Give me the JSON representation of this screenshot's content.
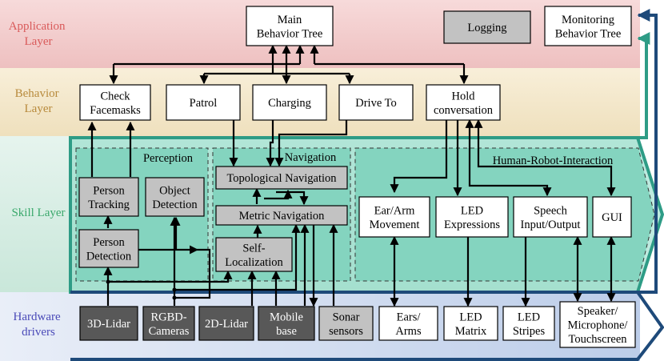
{
  "colors": {
    "application": "#f2c8c8",
    "behavior": "#f3e7c9",
    "skill": "#d4ece2",
    "hardware": "#cfdaf0",
    "application_text": "#d95a5a",
    "behavior_text": "#b88a3c",
    "skill_text": "#3aa86c",
    "hardware_text": "#4a4ab8",
    "group_fill": "#84d4bf",
    "skill_arrow_fill": "#86d8c4",
    "skill_arrow_stroke": "#2e9c86",
    "hardware_arrow_stroke": "#1e4a7a",
    "dark_node": "#585858",
    "gray_node": "#c2c2c2",
    "white_node": "#ffffff"
  },
  "layers": {
    "application": {
      "label": [
        "Application",
        "Layer"
      ]
    },
    "behavior": {
      "label": [
        "Behavior",
        "Layer"
      ]
    },
    "skill": {
      "label": [
        "Skill Layer"
      ]
    },
    "hardware": {
      "label": [
        "Hardware",
        "drivers"
      ]
    }
  },
  "groups": {
    "perception": "Perception",
    "navigation": "Navigation",
    "hri": "Human-Robot-Interaction"
  },
  "nodes": {
    "main_bt": {
      "lines": [
        "Main",
        "Behavior Tree"
      ],
      "style": "white"
    },
    "logging": {
      "lines": [
        "Logging"
      ],
      "style": "gray"
    },
    "monitoring_bt": {
      "lines": [
        "Monitoring",
        "Behavior Tree"
      ],
      "style": "white"
    },
    "check_facemasks": {
      "lines": [
        "Check",
        "Facemasks"
      ],
      "style": "white"
    },
    "patrol": {
      "lines": [
        "Patrol"
      ],
      "style": "white"
    },
    "charging": {
      "lines": [
        "Charging"
      ],
      "style": "white"
    },
    "drive_to": {
      "lines": [
        "Drive To"
      ],
      "style": "white"
    },
    "hold_conversation": {
      "lines": [
        "Hold",
        "conversation"
      ],
      "style": "white"
    },
    "person_tracking": {
      "lines": [
        "Person",
        "Tracking"
      ],
      "style": "gray"
    },
    "object_detection": {
      "lines": [
        "Object",
        "Detection"
      ],
      "style": "gray"
    },
    "person_detection": {
      "lines": [
        "Person",
        "Detection"
      ],
      "style": "gray"
    },
    "topological_nav": {
      "lines": [
        "Topological Navigation"
      ],
      "style": "gray"
    },
    "metric_nav": {
      "lines": [
        "Metric Navigation"
      ],
      "style": "gray"
    },
    "self_localization": {
      "lines": [
        "Self-",
        "Localization"
      ],
      "style": "gray"
    },
    "ear_arm_movement": {
      "lines": [
        "Ear/Arm",
        "Movement"
      ],
      "style": "white"
    },
    "led_expressions": {
      "lines": [
        "LED",
        "Expressions"
      ],
      "style": "white"
    },
    "speech_io": {
      "lines": [
        "Speech",
        "Input/Output"
      ],
      "style": "white"
    },
    "gui": {
      "lines": [
        "GUI"
      ],
      "style": "white"
    },
    "lidar_3d": {
      "lines": [
        "3D-Lidar"
      ],
      "style": "dark"
    },
    "rgbd_cameras": {
      "lines": [
        "RGBD-",
        "Cameras"
      ],
      "style": "dark"
    },
    "lidar_2d": {
      "lines": [
        "2D-Lidar"
      ],
      "style": "dark"
    },
    "mobile_base": {
      "lines": [
        "Mobile",
        "base"
      ],
      "style": "dark"
    },
    "sonar_sensors": {
      "lines": [
        "Sonar",
        "sensors"
      ],
      "style": "gray"
    },
    "ears_arms": {
      "lines": [
        "Ears/",
        "Arms"
      ],
      "style": "white"
    },
    "led_matrix": {
      "lines": [
        "LED",
        "Matrix"
      ],
      "style": "white"
    },
    "led_stripes": {
      "lines": [
        "LED",
        "Stripes"
      ],
      "style": "white"
    },
    "speaker_mic_touch": {
      "lines": [
        "Speaker/",
        "Microphone/",
        "Touchscreen"
      ],
      "style": "white"
    }
  }
}
